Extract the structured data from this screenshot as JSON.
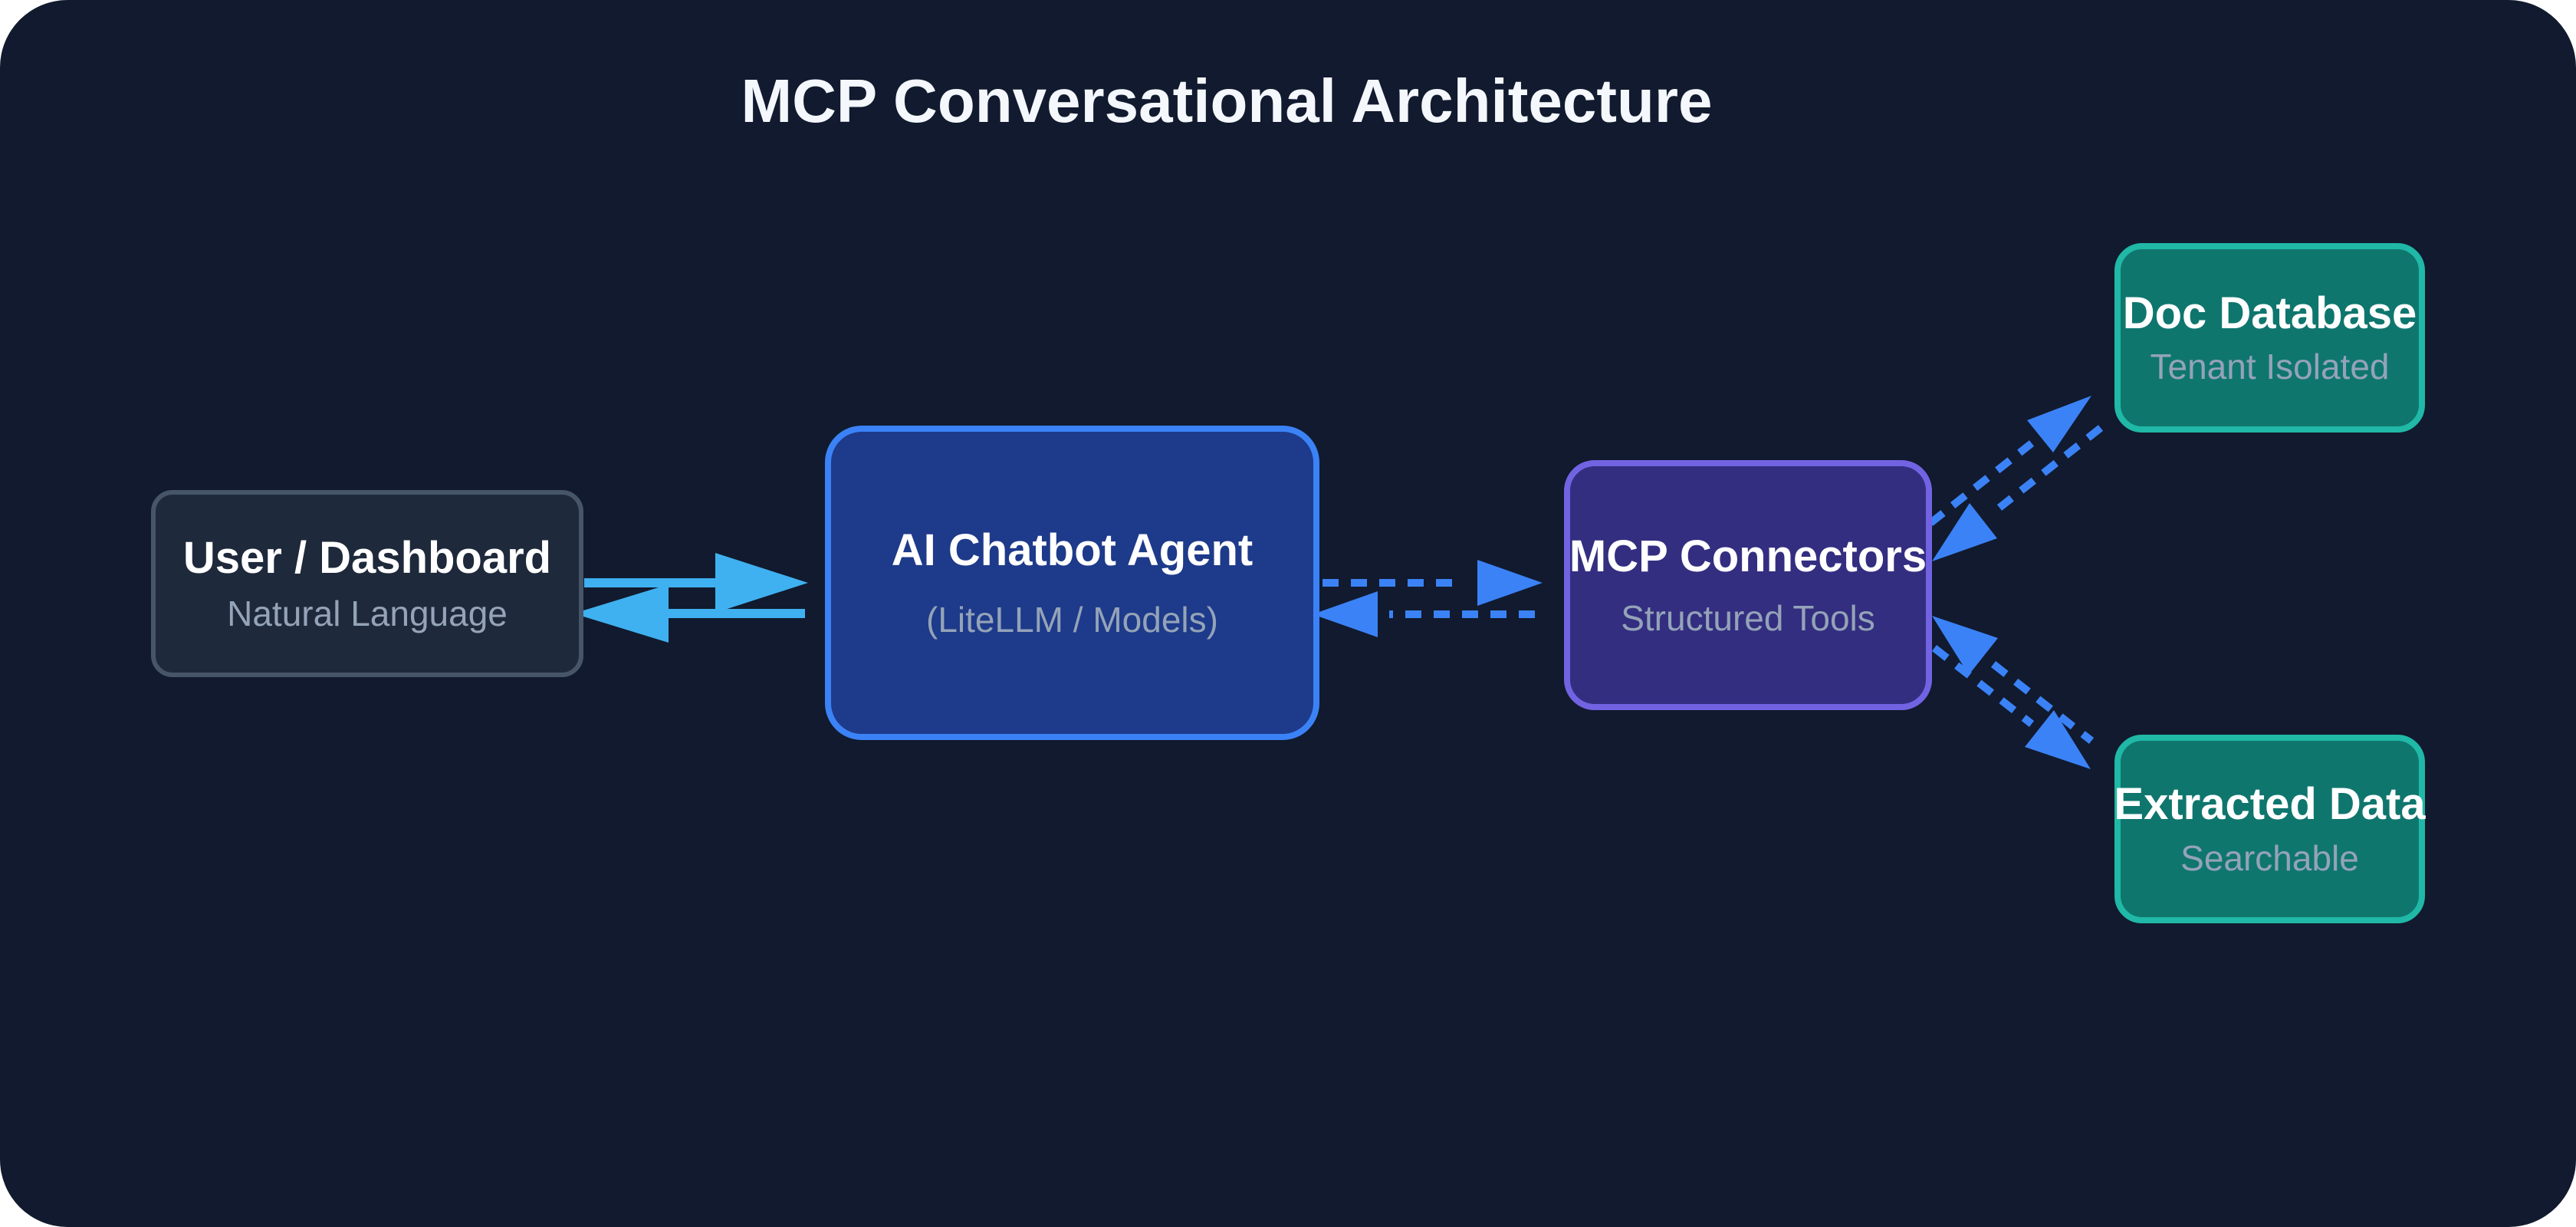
{
  "title": "MCP Conversational Architecture",
  "nodes": {
    "user_dashboard": {
      "title": "User / Dashboard",
      "subtitle": "Natural Language",
      "fill": "#1e293b",
      "border": "#475569"
    },
    "ai_chatbot": {
      "title": "AI Chatbot Agent",
      "subtitle": "(LiteLLM / Models)",
      "fill": "#1e3a8a",
      "border": "#3b82f6"
    },
    "mcp_connectors": {
      "title": "MCP Connectors",
      "subtitle": "Structured Tools",
      "fill": "#332e80",
      "border": "#7263e3"
    },
    "doc_database": {
      "title": "Doc Database",
      "subtitle": "Tenant Isolated",
      "fill": "#0f766e",
      "border": "#20b8a6"
    },
    "extracted_data": {
      "title": "Extracted Data",
      "subtitle": "Searchable",
      "fill": "#0f766e",
      "border": "#20b8a6"
    }
  },
  "edges": [
    {
      "from": "user_dashboard",
      "to": "ai_chatbot",
      "style": "solid",
      "direction": "bidirectional"
    },
    {
      "from": "ai_chatbot",
      "to": "mcp_connectors",
      "style": "dashed",
      "direction": "bidirectional"
    },
    {
      "from": "mcp_connectors",
      "to": "doc_database",
      "style": "dashed",
      "direction": "bidirectional"
    },
    {
      "from": "mcp_connectors",
      "to": "extracted_data",
      "style": "dashed",
      "direction": "bidirectional"
    }
  ],
  "colors": {
    "page_background": "#ffffff",
    "canvas_background": "#111a2e",
    "title_text": "#f4f7fb",
    "node_title_text": "#ffffff",
    "node_subtitle_text": "#94a3b8",
    "solid_arrow": "#3fb1f0",
    "dashed_arrow": "#3b82f6"
  }
}
